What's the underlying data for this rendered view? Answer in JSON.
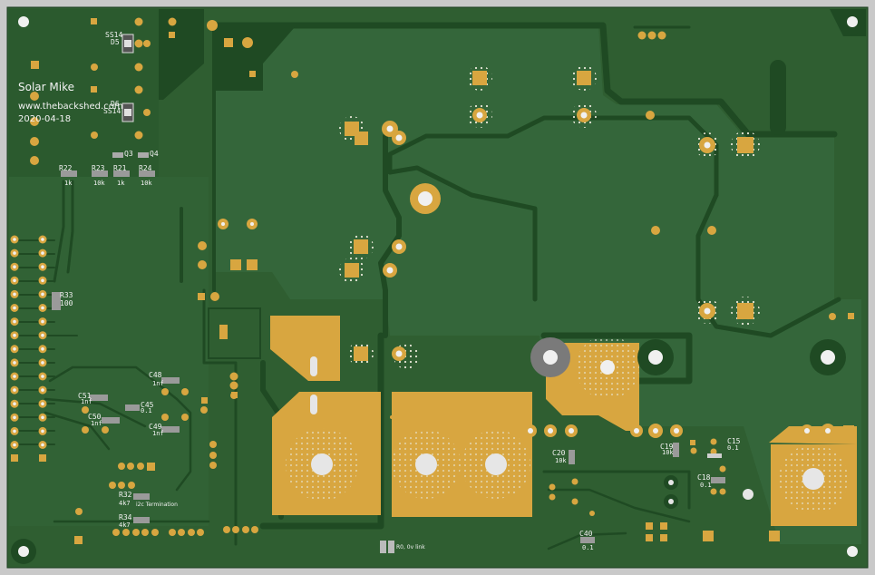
{
  "colors": {
    "background": "#c9c9c9",
    "board": "#2f5e31",
    "copper_fill": "#34663a",
    "trace": "#1f4a23",
    "pad": "#d8a640",
    "pad_hole": "#f0f0f0",
    "silkscreen": "#f2f2f2"
  },
  "board_text": {
    "author": "Solar Mike",
    "website": "www.thebackshed.com",
    "date": "2020-04-18"
  },
  "reference_labels": [
    {
      "id": "ss14-top",
      "text": "SS14"
    },
    {
      "id": "d5-label",
      "text": "D5"
    },
    {
      "id": "d6-label",
      "text": "D6"
    },
    {
      "id": "ss14-bottom",
      "text": "SS14"
    },
    {
      "id": "q3-label",
      "text": "Q3"
    },
    {
      "id": "q4-label",
      "text": "Q4"
    },
    {
      "id": "r22-label",
      "text": "R22"
    },
    {
      "id": "r22-value",
      "text": "1k"
    },
    {
      "id": "r23-label",
      "text": "R23"
    },
    {
      "id": "r23-value",
      "text": "10k"
    },
    {
      "id": "r21-label",
      "text": "R21"
    },
    {
      "id": "r21-value",
      "text": "1k"
    },
    {
      "id": "r24-label",
      "text": "R24"
    },
    {
      "id": "r24-value",
      "text": "10k"
    },
    {
      "id": "r33-label",
      "text": "R33"
    },
    {
      "id": "r33-value",
      "text": "100"
    },
    {
      "id": "c48-label",
      "text": "C48"
    },
    {
      "id": "c48-value",
      "text": "1nf"
    },
    {
      "id": "c51-label",
      "text": "C51"
    },
    {
      "id": "c51-value",
      "text": "1nf"
    },
    {
      "id": "c45-label",
      "text": "C45"
    },
    {
      "id": "c45-value",
      "text": "0.1"
    },
    {
      "id": "c50-label",
      "text": "C50"
    },
    {
      "id": "c50-value",
      "text": "1nf"
    },
    {
      "id": "c49-label",
      "text": "C49"
    },
    {
      "id": "c49-value",
      "text": "1nf"
    },
    {
      "id": "r32-label",
      "text": "R32"
    },
    {
      "id": "r32-value",
      "text": "4k7"
    },
    {
      "id": "i2c-label",
      "text": "i2c Termination"
    },
    {
      "id": "r34-label",
      "text": "R34"
    },
    {
      "id": "r34-value",
      "text": "4k7"
    },
    {
      "id": "c20-label",
      "text": "C20"
    },
    {
      "id": "c20-value",
      "text": "10k"
    },
    {
      "id": "c19-label",
      "text": "C19"
    },
    {
      "id": "c19-value",
      "text": "10k"
    },
    {
      "id": "c15-label",
      "text": "C15"
    },
    {
      "id": "c15-value",
      "text": "0.1"
    },
    {
      "id": "c18-label",
      "text": "C18"
    },
    {
      "id": "c18-value",
      "text": "0.1"
    },
    {
      "id": "c40-label",
      "text": "C40"
    },
    {
      "id": "c40-value",
      "text": "0.1"
    },
    {
      "id": "r0-label",
      "text": "R0, 0v link"
    }
  ]
}
